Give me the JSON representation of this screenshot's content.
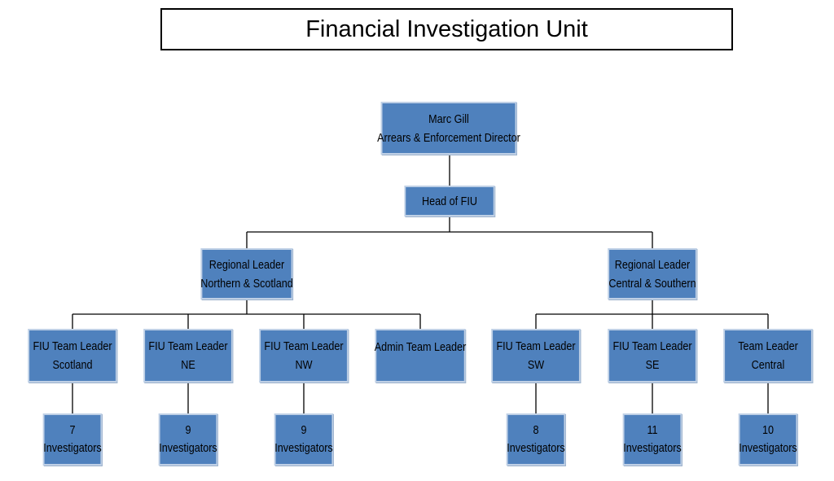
{
  "title": "Financial Investigation Unit",
  "org": {
    "director": {
      "name": "Marc Gill",
      "role": "Arrears & Enforcement Director"
    },
    "head": {
      "label": "Head of FIU"
    },
    "regions": [
      {
        "line1": "Regional Leader",
        "line2": "Northern & Scotland"
      },
      {
        "line1": "Regional Leader",
        "line2": "Central & Southern"
      }
    ],
    "teams": [
      {
        "line1": "FIU Team Leader",
        "line2": "Scotland"
      },
      {
        "line1": "FIU Team Leader",
        "line2": "NE"
      },
      {
        "line1": "FIU Team Leader",
        "line2": "NW"
      },
      {
        "line1": "Admin Team Leader",
        "line2": ""
      },
      {
        "line1": "FIU Team Leader",
        "line2": "SW"
      },
      {
        "line1": "FIU Team Leader",
        "line2": "SE"
      },
      {
        "line1": "Team Leader",
        "line2": "Central"
      }
    ],
    "counts": [
      {
        "number": "7",
        "label": "Investigators"
      },
      {
        "number": "9",
        "label": "Investigators"
      },
      {
        "number": "9",
        "label": "Investigators"
      },
      {
        "number": "8",
        "label": "Investigators"
      },
      {
        "number": "11",
        "label": "Investigators"
      },
      {
        "number": "10",
        "label": "Investigators"
      }
    ]
  },
  "colors": {
    "box_fill": "#4f81bd",
    "box_border": "#bfd0e6",
    "line": "#000000"
  }
}
